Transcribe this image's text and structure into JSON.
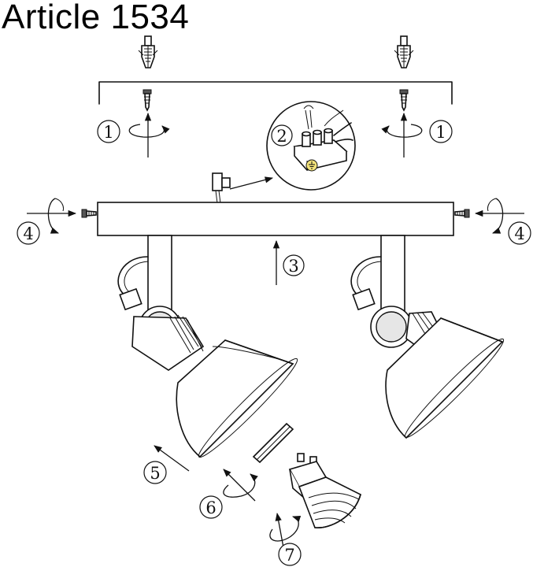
{
  "title": "Article 1534",
  "steps": [
    "1",
    "2",
    "3",
    "4",
    "5",
    "6",
    "7"
  ]
}
